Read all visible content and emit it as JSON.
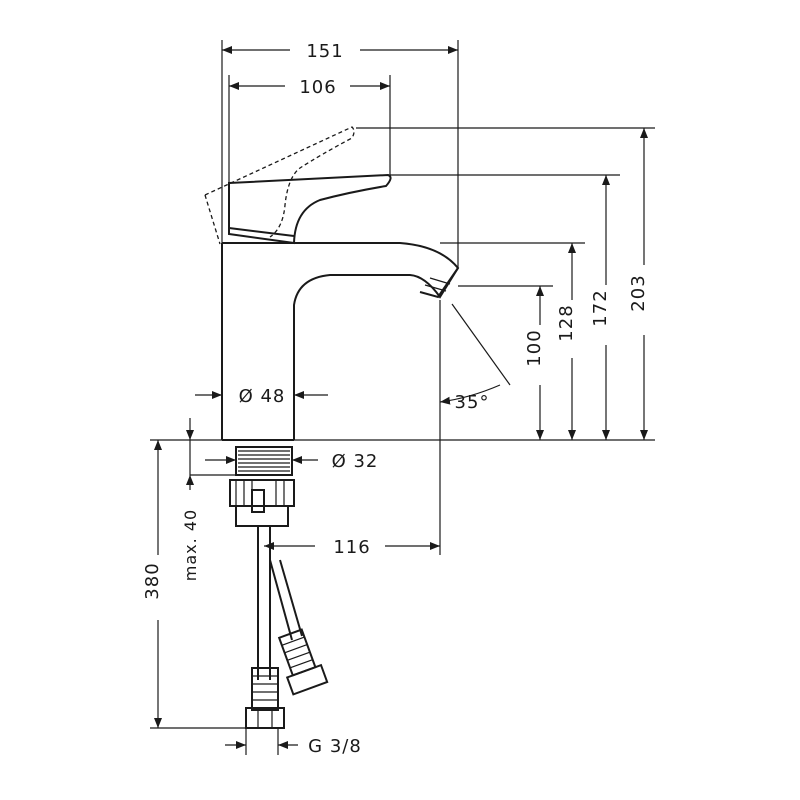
{
  "drawing": {
    "dim_overall_width": "151",
    "dim_handle_width": "106",
    "dim_height_203": "203",
    "dim_height_172": "172",
    "dim_height_128": "128",
    "dim_height_100": "100",
    "dim_body_diameter": "Ø 48",
    "dim_shank_diameter": "Ø 32",
    "dim_angle": "35°",
    "dim_spout_reach": "116",
    "dim_max_thickness": "max. 40",
    "dim_hose_length": "380",
    "dim_connection": "G 3/8"
  }
}
